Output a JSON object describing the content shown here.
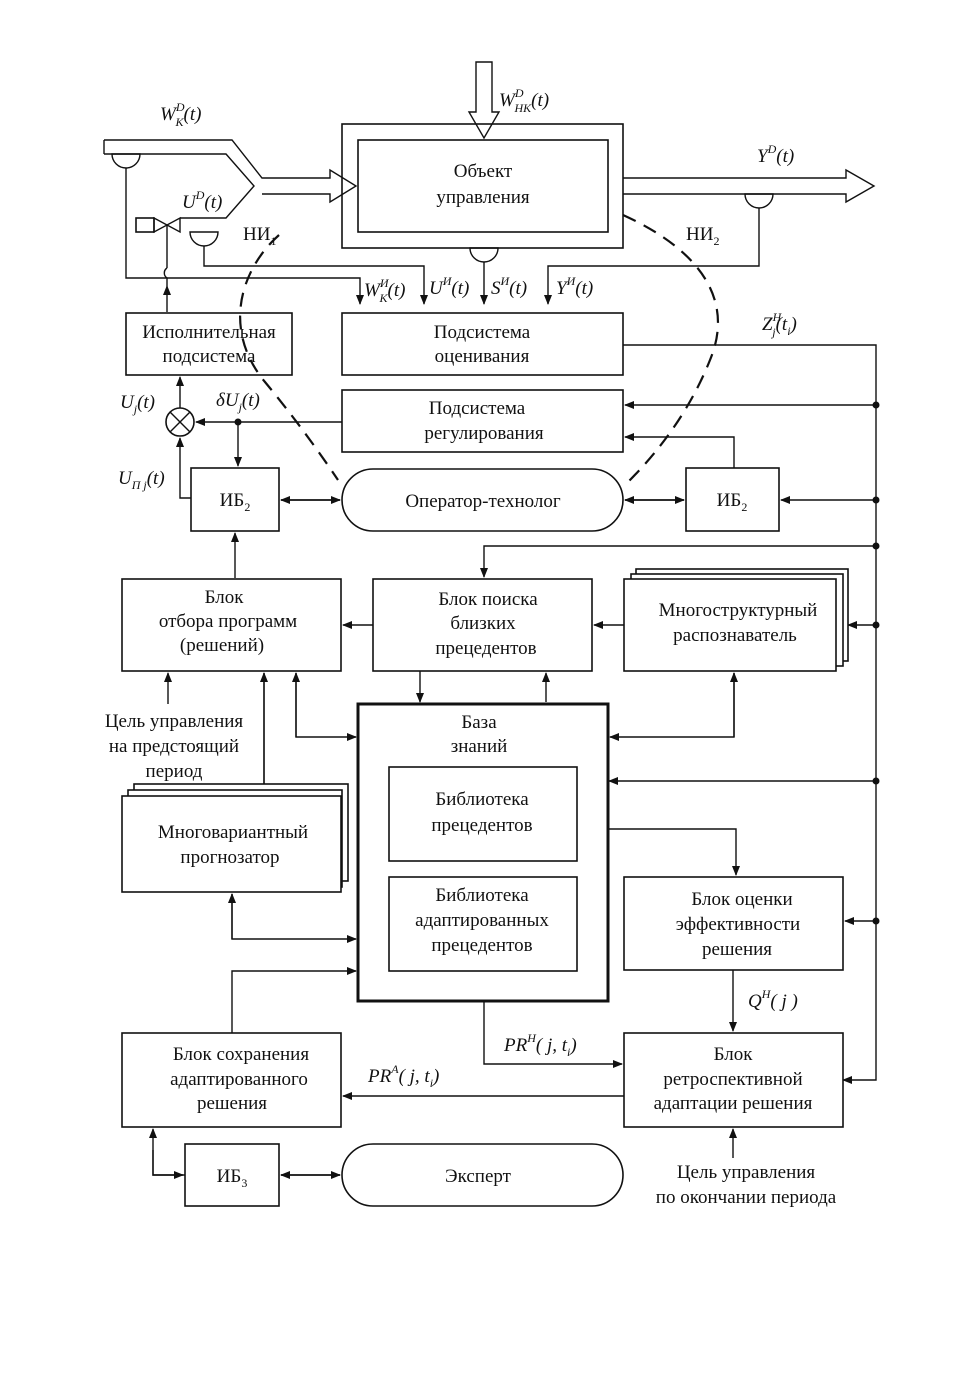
{
  "blocks": {
    "object": [
      "Объект",
      "управления"
    ],
    "executive": [
      "Исполнительная",
      "подсистема"
    ],
    "estimation": [
      "Подсистема",
      "оценивания"
    ],
    "regulation": [
      "Подсистема",
      "регулирования"
    ],
    "operator": "Оператор-технолог",
    "ib2_left": {
      "base": "ИБ",
      "sub": "2"
    },
    "ib2_right": {
      "base": "ИБ",
      "sub": "2"
    },
    "program_selection": [
      "Блок",
      "отбора программ",
      "(решений)"
    ],
    "precedent_search": [
      "Блок поиска",
      "близких",
      "прецедентов"
    ],
    "recognizer": [
      "Многоструктурный",
      "распознаватель"
    ],
    "knowledge_base": [
      "База",
      "знаний"
    ],
    "precedent_library": [
      "Библиотека",
      "прецедентов"
    ],
    "adapted_library": [
      "Библиотека",
      "адаптированных",
      "прецедентов"
    ],
    "forecaster": [
      "Многовариантный",
      "прогнозатор"
    ],
    "efficiency": [
      "Блок оценки",
      "эффективности",
      "решения"
    ],
    "save_adapted": [
      "Блок сохранения",
      "адаптированного",
      "решения"
    ],
    "retro_adaptation": [
      "Блок",
      "ретроспективной",
      "адаптации решения"
    ],
    "ib3": {
      "base": "ИБ",
      "sub": "3"
    },
    "expert": "Эксперт"
  },
  "notes": {
    "goal_upcoming": [
      "Цель управления",
      "на предстоящий",
      "период"
    ],
    "goal_end": [
      "Цель управления",
      "по окончании периода"
    ]
  },
  "signals": {
    "W_HK": {
      "base": "W",
      "sup": "D",
      "sub": "HK",
      "arg": "(t)"
    },
    "W_K": {
      "base": "W",
      "sup": "D",
      "sub": "K",
      "arg": "(t)"
    },
    "U_D": {
      "base": "U",
      "sup": "D",
      "sub": "",
      "arg": "(t)"
    },
    "Y_D": {
      "base": "Y",
      "sup": "D",
      "sub": "",
      "arg": "(t)"
    },
    "W_K_I": {
      "base": "W",
      "sup": "И",
      "sub": "K",
      "arg": "(t)"
    },
    "U_I": {
      "base": "U",
      "sup": "И",
      "sub": "",
      "arg": "(t)"
    },
    "S_I": {
      "base": "S",
      "sup": "И",
      "sub": "",
      "arg": "(t)"
    },
    "Y_I": {
      "base": "Y",
      "sup": "И",
      "sub": "",
      "arg": "(t)"
    },
    "Z_H": {
      "base": "Z",
      "sup": "H",
      "sub": "j",
      "arg": "(t",
      "arg_sub": "i",
      "arg_end": ")"
    },
    "U_j": {
      "base": "U",
      "sup": "",
      "sub": "j",
      "arg": "(t)"
    },
    "dU_j": {
      "base": "δU",
      "sup": "",
      "sub": "j",
      "arg": "(t)"
    },
    "U_Pj": {
      "base": "U",
      "sup": "",
      "sub": "П j",
      "arg": "(t)"
    },
    "Q_H": {
      "base": "Q",
      "sup": "H",
      "sub": "",
      "arg": "( j )"
    },
    "PR_H": {
      "base": "PR",
      "sup": "H",
      "sub": "",
      "arg": "( j, t",
      "arg_sub": "i",
      "arg_end": ")"
    },
    "PR_A": {
      "base": "PR",
      "sup": "A",
      "sub": "",
      "arg": "( j, t",
      "arg_sub": "i",
      "arg_end": ")"
    },
    "NI1": {
      "base": "НИ",
      "sub": "1"
    },
    "NI2": {
      "base": "НИ",
      "sub": "2"
    }
  }
}
